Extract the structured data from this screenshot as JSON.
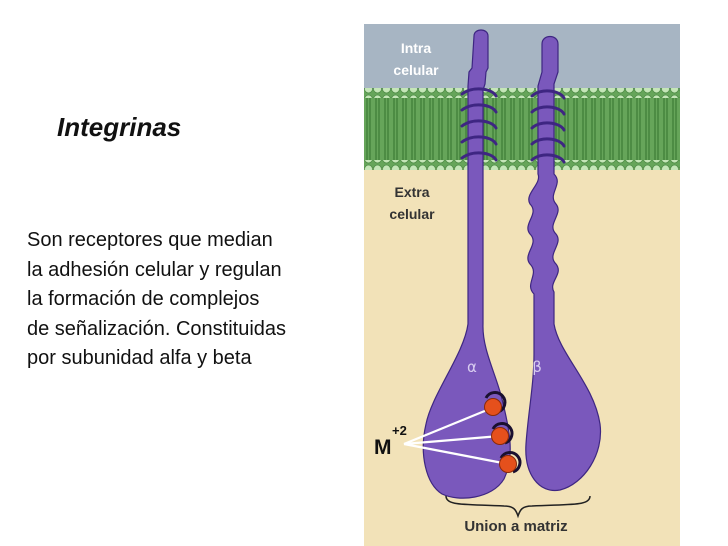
{
  "slide": {
    "title": "Integrinas",
    "description_lines": [
      "Son receptores que median",
      "la adhesión celular y regulan",
      "la formación de complejos",
      "de señalización. Constituidas",
      "por subunidad alfa y beta"
    ]
  },
  "diagram": {
    "intracellular_label": [
      "Intra",
      "celular"
    ],
    "extracellular_label": [
      "Extra",
      "celular"
    ],
    "alpha_label": "α",
    "beta_label": "β",
    "metal_label": "M",
    "metal_charge": "+2",
    "matrix_label": "Union a matriz",
    "colors": {
      "intracellular": "#a7b5c3",
      "membrane_green": "#58a04b",
      "extracellular": "#f2e2b8",
      "protein": "#7a58bc",
      "protein_outline": "#3e2682",
      "ion": "#e5501c"
    }
  }
}
